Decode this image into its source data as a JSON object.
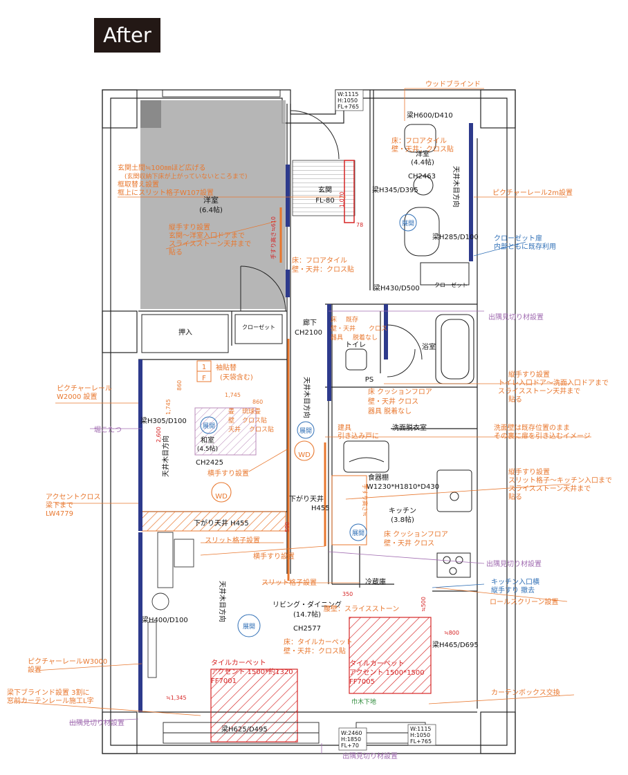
{
  "title": "After",
  "colors": {
    "wall": "#222222",
    "accent": "#2d3a8c",
    "note_orange": "#e8772e",
    "note_blue": "#2f6fb6",
    "note_red": "#d62424",
    "note_purple": "#a06bb0",
    "room_gray": "#a9a9a9",
    "fill_pink": "#d9b8d9"
  },
  "rooms": {
    "western_large": {
      "name": "洋室",
      "size": "(6.4帖)"
    },
    "western_small": {
      "name": "洋室",
      "size": "(4.4帖)",
      "ch": "CH2463"
    },
    "entrance": {
      "name": "玄関",
      "level": "FL-80"
    },
    "closet_small": "クローゼット",
    "closet_mid": "クローゼット",
    "oshiire": "押入",
    "hallway": {
      "name": "廊下",
      "ch": "CH2100"
    },
    "toilet": "トイレ",
    "bath": "浴室",
    "ps": "PS",
    "washroom": "洗面脱衣室",
    "japanese": {
      "name": "和室",
      "size": "(4.5帖)",
      "ch": "CH2425"
    },
    "kitchen": {
      "name": "キッチン",
      "size": "(3.8帖)"
    },
    "living": {
      "name": "リビング・ダイニング",
      "size": "(14.7帖)",
      "ch": "CH2577"
    },
    "fridge": "冷蔵庫"
  },
  "beams": {
    "b1": "梁H600/D410",
    "b2": "梁H345/D395",
    "b3": "梁H285/D100",
    "b4": "梁H430/D500",
    "b5": "梁H305/D100",
    "b6": "梁H400/D100",
    "b7": "梁H465/D695",
    "b8": "梁H625/D495"
  },
  "windows": {
    "top": {
      "w": "W:1115",
      "h": "H:1050",
      "fl": "FL+765"
    },
    "bottom_mid": {
      "w": "W:2460",
      "h": "H:1850",
      "fl": "FL+70"
    },
    "bottom_right": {
      "w": "W:1115",
      "h": "H:1050",
      "fl": "FL+765"
    }
  },
  "ceiling": {
    "lowered_1": "下がり天井 H455",
    "lowered_2": "下がり天井",
    "lowered_2b": "H455",
    "direction": "天井木目方向"
  },
  "tenkai": "展開",
  "wd": "WD",
  "misc": {
    "cabinet": "食器棚",
    "cabinet_size": "W1230*H1810*D430",
    "pillar_note": "F",
    "pillar_num": "1",
    "pillar_label": "袖貼替",
    "pillar_label2": "(天袋含む)",
    "dim_1745a": "1,745",
    "dim_1745b": "1,745",
    "dim_860a": "860",
    "dim_860b": "860",
    "dim_2600": "2,600",
    "dim_1070": "1,070",
    "dim_78": "78",
    "dim_610": "手すり高さ≒610",
    "dim_590": "590",
    "dim_350": "350",
    "dim_500": "≒500",
    "dim_800": "≒800",
    "dim_1345": "≒1,345",
    "dim_kitchen": "手すり高さ≒",
    "tatami": "畳",
    "ryukyu": "琉球畳",
    "kabe": "壁",
    "kurosu": "クロス貼",
    "tenjo": "天井",
    "kurosu2": "クロス貼",
    "hallway_floor1": "床",
    "hallway_floor2": "既存",
    "hallway_wall": "壁・天井",
    "hallway_cross": "クロス",
    "hallway_tools": "器具",
    "hallway_rem": "脱着なし",
    "habaki": "巾木下地"
  },
  "notes": {
    "wood_blind": "ウッドブラインド",
    "w_room_floor": "床：フロアタイル",
    "w_room_wall": "壁・天井：クロス貼",
    "entrance_1": "玄関土間≒100㎜ほど広げる",
    "entrance_2": "(玄関収納下床が上がっていないところまで)",
    "entrance_3": "框取替え設置",
    "entrance_4": "框上にスリット格子W107設置",
    "handrail_v1": "縦手すり設置",
    "handrail_v2": "玄関～洋室入口ドアまで",
    "handrail_v3": "スライスストーン天井まで",
    "handrail_v4": "貼る",
    "entrance_floor": "床：フロアタイル",
    "entrance_wall": "壁・天井：クロス貼",
    "picture_rail_2m": "ピクチャーレール2m設置",
    "closet_door_1": "クローゼット扉",
    "closet_door_2": "内部ともに既存利用",
    "outcorner_1": "出隅見切り材設置",
    "toilet_rail_1": "縦手すり設置",
    "toilet_rail_2": "トイレ入口ドア～洗面入口ドアまで",
    "toilet_rail_3": "スライスストーン天井まで",
    "toilet_rail_4": "貼る",
    "wash_floor": "床 クッションフロア",
    "wash_wall": "壁・天井 クロス",
    "wash_tools": "器具 脱着なし",
    "wash_wall_note_1": "洗面壁は既存位置のまま",
    "wash_wall_note_2": "その裏に扉を引き込むイメージ",
    "builtin_1": "建具",
    "builtin_2": "引き込み戸に",
    "picture_rail_w2000_1": "ピクチャーレール",
    "picture_rail_w2000_2": "W2000 設置",
    "horikotatsu": "堀こたつ",
    "yoko_rail": "横手すり設置",
    "accent_1": "アクセントクロス",
    "accent_2": "梁下まで",
    "accent_3": "LW4779",
    "kitchen_rail_1": "縦手すり設置",
    "kitchen_rail_2": "スリット格子～キッチン入口まで",
    "kitchen_rail_3": "スライスストーン天井まで",
    "kitchen_rail_4": "貼る",
    "kitchen_floor": "床 クッションフロア",
    "kitchen_wall": "壁・天井 クロス",
    "slit_1": "スリット格子設置",
    "yoko_rail_2": "横手すり設置",
    "outcorner_2": "出隅見切り材設置",
    "kitchen_entry_1": "キッチン入口横",
    "kitchen_entry_2": "縦手すり 撤去",
    "slit_2": "スリット格子設置",
    "roll_screen": "ロールスクリーン設置",
    "wall_slice": "腰壁：スライスストーン",
    "living_floor": "床：タイルカーペット",
    "living_wall": "壁・天井：クロス貼",
    "picture_rail_w3000_1": "ピクチャーレールW3000",
    "picture_rail_w3000_2": "設置",
    "tile_carpet_a_1": "タイルカーペット",
    "tile_carpet_a_2": "アクセント 1500*約1320",
    "tile_carpet_a_3": "FF7001",
    "tile_carpet_b_1": "タイルカーペット",
    "tile_carpet_b_2": "アクセント 1500*1500",
    "tile_carpet_b_3": "FF7005",
    "blind_1": "梁下ブラインド設置 3割に",
    "blind_2": "窓前カーテンレール施工L字",
    "curtain_box": "カーテンボックス交換",
    "outcorner_3": "出隅見切り材設置",
    "outcorner_4": "出隅見切り材設置"
  }
}
